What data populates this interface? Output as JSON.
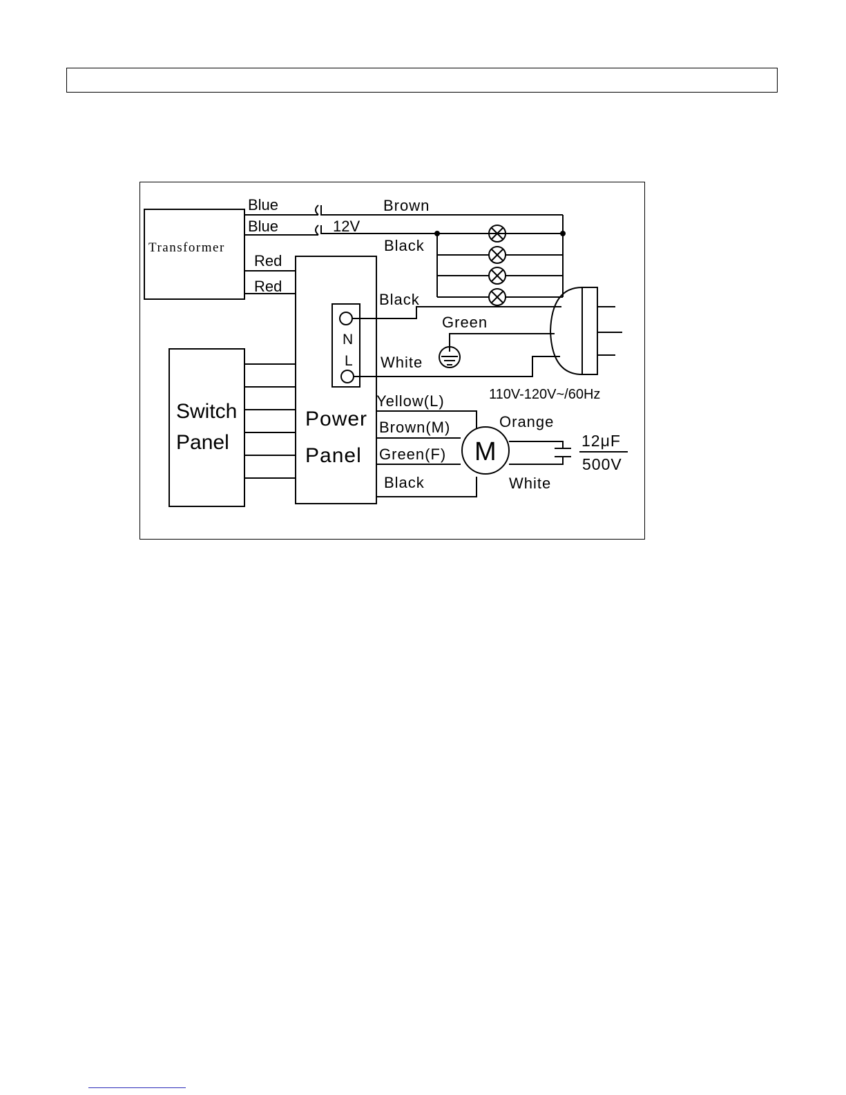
{
  "header": {
    "text": ""
  },
  "diagram": {
    "transformer": "Transformer",
    "switch_panel": {
      "line1": "Switch",
      "line2": "Panel"
    },
    "power_panel": {
      "line1": "Power",
      "line2": "Panel"
    },
    "terminal": {
      "n": "N",
      "l": "L"
    },
    "motor": "M",
    "wires": {
      "blue_1": "Blue",
      "blue_2": "Blue",
      "brown_top": "Brown",
      "volt_12": "12V",
      "black_lamps": "Black",
      "red_1": "Red",
      "red_2": "Red",
      "black_line": "Black",
      "green_ground": "Green",
      "white_neutral": "White",
      "yellow_l": "Yellow(L)",
      "brown_m": "Brown(M)",
      "green_f": "Green(F)",
      "black_motor": "Black",
      "orange": "Orange",
      "white_motor": "White"
    },
    "supply": "110V-120V~/60Hz",
    "capacitor": {
      "value": "12μF",
      "voltage": "500V"
    }
  }
}
